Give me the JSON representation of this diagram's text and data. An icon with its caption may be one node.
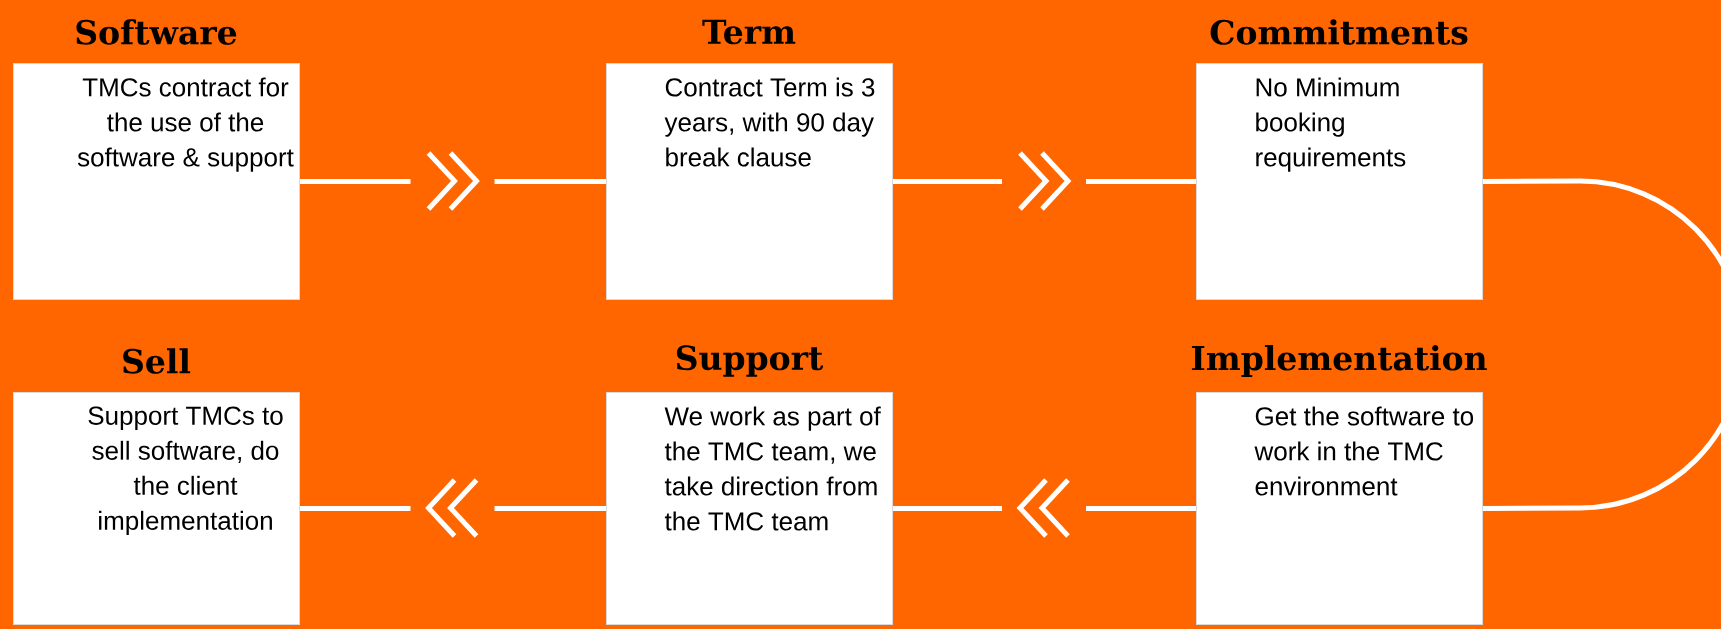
{
  "diagram": {
    "nodes": [
      {
        "text": [
          "Software",
          "TMCs contract for the use of the software & support"
        ]
      },
      {
        "text": [
          "Term",
          "Contract Term is 3 years, with 90 day break clause"
        ]
      },
      {
        "text": [
          "Commitments",
          "No Minimum booking requirements"
        ]
      },
      {
        "text": [
          "Sell",
          "Support TMCs to sell software, do the client implementation"
        ]
      },
      {
        "text": [
          "Support",
          "We work as part of the TMC team, we take direction from the TMC team"
        ]
      },
      {
        "text": [
          "Implementation",
          "Get the software to work in the TMC environment"
        ]
      }
    ],
    "edges": [
      {
        "from": 0,
        "to": 1,
        "arrow": "to"
      },
      {
        "from": 1,
        "to": 2,
        "arrow": "to"
      },
      {
        "from": 2,
        "to": 5,
        "arrow": "none"
      },
      {
        "from": 5,
        "to": 4,
        "arrow": "to"
      },
      {
        "from": 4,
        "to": 3,
        "arrow": "to"
      }
    ]
  }
}
